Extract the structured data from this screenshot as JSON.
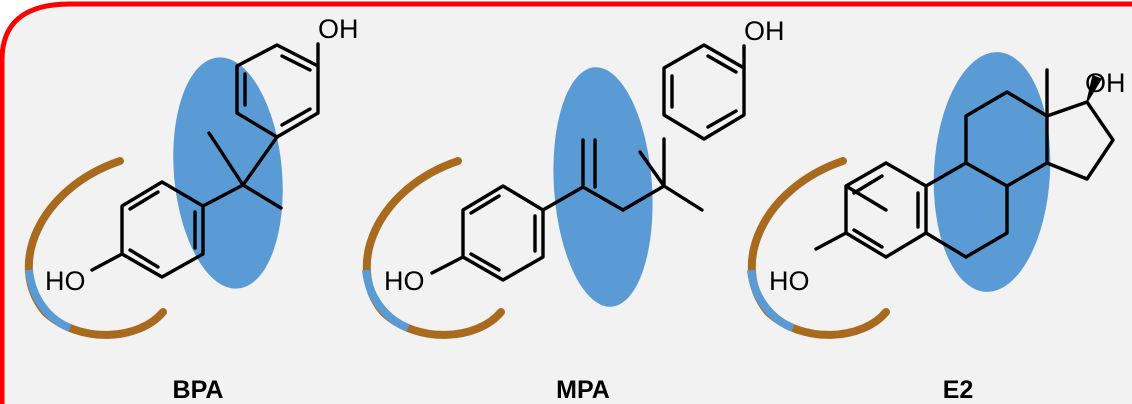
{
  "colors": {
    "background": "#f2f2f2",
    "frame": "#ff0000",
    "hydrophobic_region": "#5b9bd5",
    "binding_pocket": "#a86a1e",
    "bond": "#000000"
  },
  "molecules": [
    {
      "name": "BPA",
      "atoms": {
        "top": "OH",
        "left": "HO"
      }
    },
    {
      "name": "MPA",
      "atoms": {
        "top": "OH",
        "left": "HO"
      }
    },
    {
      "name": "E2",
      "atoms": {
        "top": "OH",
        "left": "HO"
      }
    }
  ]
}
